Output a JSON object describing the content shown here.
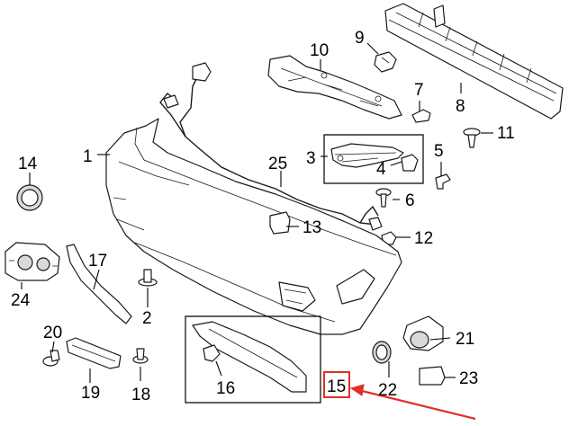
{
  "diagram": {
    "callouts": {
      "c1": "1",
      "c2": "2",
      "c3": "3",
      "c4": "4",
      "c5": "5",
      "c6": "6",
      "c7": "7",
      "c8": "8",
      "c9": "9",
      "c10": "10",
      "c11": "11",
      "c12": "12",
      "c13": "13",
      "c14": "14",
      "c15": "15",
      "c16": "16",
      "c17": "17",
      "c18": "18",
      "c19": "19",
      "c20": "20",
      "c21": "21",
      "c22": "22",
      "c23": "23",
      "c24": "24",
      "c25": "25"
    },
    "highlight": {
      "part": "15",
      "color": "#e0302a"
    }
  }
}
